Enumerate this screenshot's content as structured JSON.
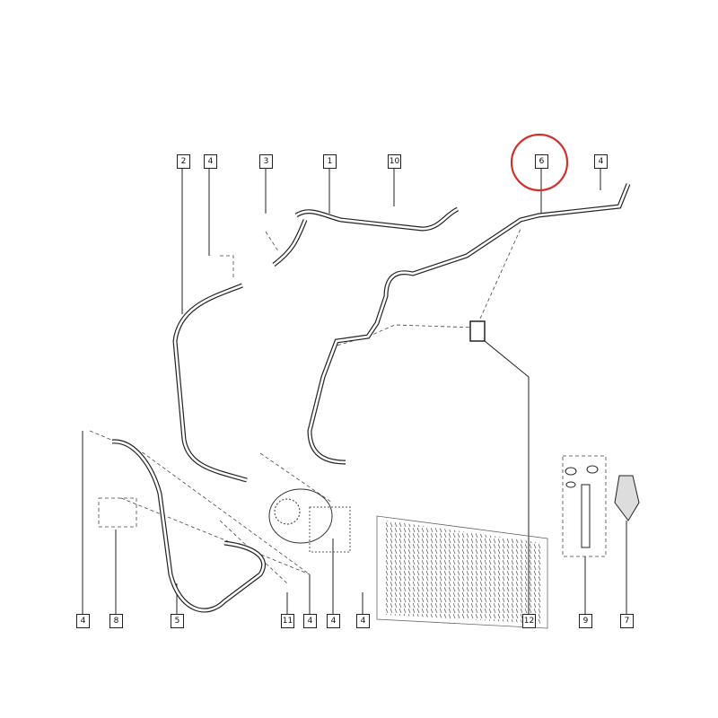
{
  "diagram": {
    "highlight_color": "#d0312d",
    "highlighted_callout": "6",
    "callouts_top": [
      {
        "id": "c2",
        "label": "2"
      },
      {
        "id": "c4a",
        "label": "4"
      },
      {
        "id": "c3",
        "label": "3"
      },
      {
        "id": "c1",
        "label": "1"
      },
      {
        "id": "c10",
        "label": "10"
      },
      {
        "id": "c6",
        "label": "6"
      },
      {
        "id": "c4b",
        "label": "4"
      }
    ],
    "callouts_bottom": [
      {
        "id": "c4c",
        "label": "4"
      },
      {
        "id": "c8",
        "label": "8"
      },
      {
        "id": "c5",
        "label": "5"
      },
      {
        "id": "c11",
        "label": "11"
      },
      {
        "id": "c4d",
        "label": "4"
      },
      {
        "id": "c4e",
        "label": "4"
      },
      {
        "id": "c4f",
        "label": "4"
      },
      {
        "id": "c12",
        "label": "12"
      },
      {
        "id": "c9",
        "label": "9"
      },
      {
        "id": "c7",
        "label": "7"
      }
    ]
  }
}
